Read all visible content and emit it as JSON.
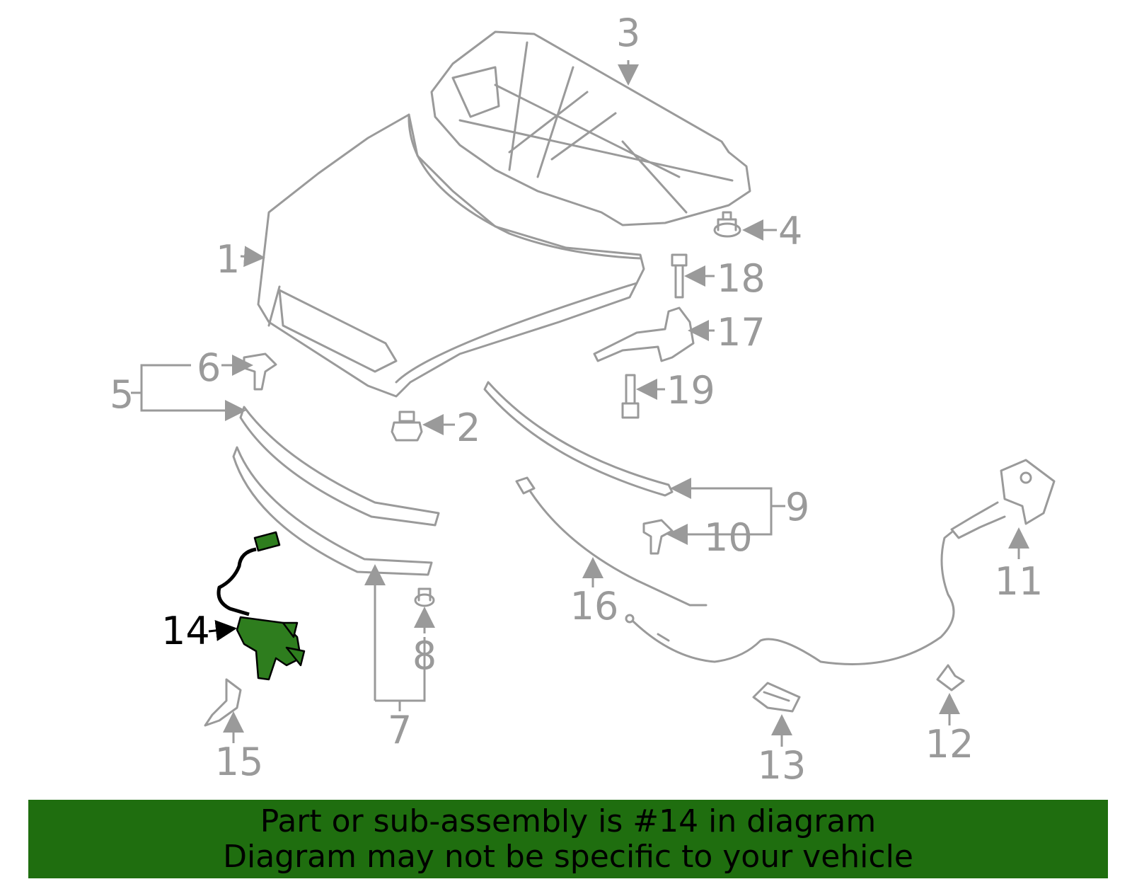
{
  "callouts": [
    {
      "id": "1",
      "label": "1"
    },
    {
      "id": "2",
      "label": "2"
    },
    {
      "id": "3",
      "label": "3"
    },
    {
      "id": "4",
      "label": "4"
    },
    {
      "id": "5",
      "label": "5"
    },
    {
      "id": "6",
      "label": "6"
    },
    {
      "id": "7",
      "label": "7"
    },
    {
      "id": "8",
      "label": "8"
    },
    {
      "id": "9",
      "label": "9"
    },
    {
      "id": "10",
      "label": "10"
    },
    {
      "id": "11",
      "label": "11"
    },
    {
      "id": "12",
      "label": "12"
    },
    {
      "id": "13",
      "label": "13"
    },
    {
      "id": "14",
      "label": "14"
    },
    {
      "id": "15",
      "label": "15"
    },
    {
      "id": "16",
      "label": "16"
    },
    {
      "id": "17",
      "label": "17"
    },
    {
      "id": "18",
      "label": "18"
    },
    {
      "id": "19",
      "label": "19"
    }
  ],
  "highlighted_part": "14",
  "banner": {
    "line1": "Part or sub-assembly is #14 in diagram",
    "line2": "Diagram may not be specific to your vehicle"
  },
  "colors": {
    "line": "#9a9a9a",
    "highlight": "#2e7d1e",
    "banner": "#1f6e0f",
    "callout_text": "#9a9a9a",
    "highlight_text": "#000000"
  }
}
